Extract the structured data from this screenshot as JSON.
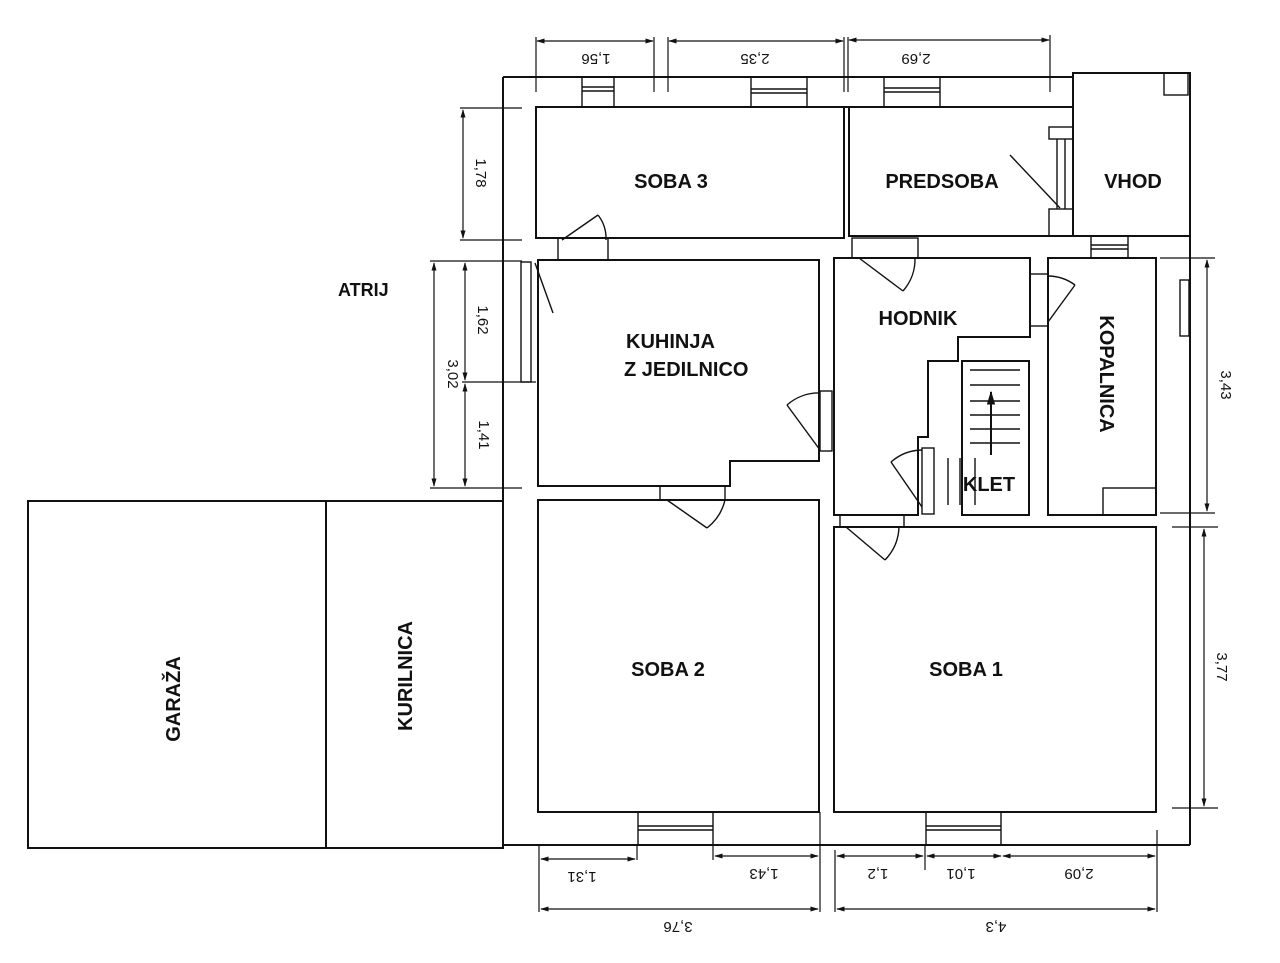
{
  "plan": {
    "rooms": {
      "soba3": "SOBA 3",
      "predsoba": "PREDSOBA",
      "vhod": "VHOD",
      "kuhinja_line1": "KUHINJA",
      "kuhinja_line2": "Z JEDILNICO",
      "hodnik": "HODNIK",
      "kopalnica": "KOPALNICA",
      "klet": "KLET",
      "soba2": "SOBA 2",
      "soba1": "SOBA 1",
      "garaza": "GARAŽA",
      "kurilnica": "KURILNICA"
    },
    "outside_labels": {
      "atrij": "ATRIJ"
    },
    "dimensions": {
      "top": [
        "1,56",
        "2,35",
        "2,69"
      ],
      "left": {
        "soba3_height": "1,78",
        "upper_segment": "1,62",
        "total": "3,02",
        "lower_segment": "1,41"
      },
      "right": {
        "kopalnica_height": "3,43",
        "soba1_height": "3,77"
      },
      "bottom_segments": [
        "1,31",
        "1,43",
        "1,2",
        "1,01",
        "2,09"
      ],
      "bottom_totals": [
        "3,76",
        "4,3"
      ]
    },
    "colors": {
      "line": "#111111",
      "background": "#ffffff"
    }
  }
}
